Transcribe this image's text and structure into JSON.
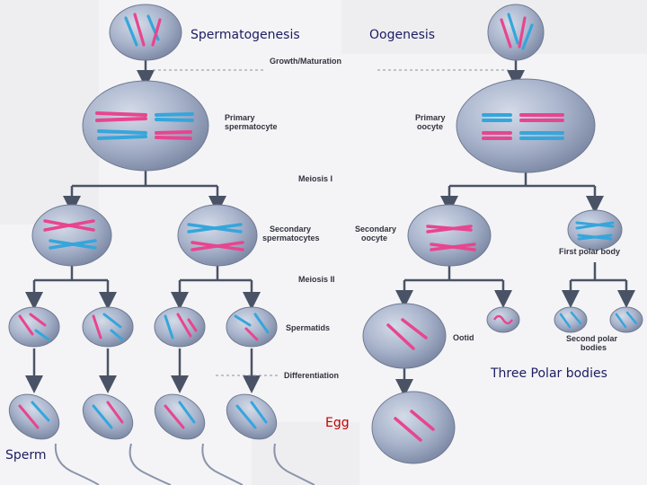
{
  "overlay": {
    "spermatogenesis": "Spermatogenesis",
    "oogenesis": "Oogenesis",
    "three_polar_bodies": "Three Polar bodies",
    "egg": "Egg",
    "sperm": "Sperm"
  },
  "stages": {
    "growth_maturation": "Growth/Maturation",
    "meiosis_1": "Meiosis I",
    "meiosis_2": "Meiosis II",
    "differentiation": "Differentiation"
  },
  "cells": {
    "primary_spermatocyte": [
      "Primary",
      "spermatocyte"
    ],
    "primary_oocyte": [
      "Primary",
      "oocyte"
    ],
    "secondary_spermatocytes": [
      "Secondary",
      "spermatocytes"
    ],
    "secondary_oocyte": [
      "Secondary",
      "oocyte"
    ],
    "first_polar_body": "First polar body",
    "spermatids": "Spermatids",
    "ootid": "Ootid",
    "second_polar_bodies": [
      "Second polar",
      "bodies"
    ]
  },
  "colors": {
    "cell_fill": "#a9b4cc",
    "cell_edge": "#6f7a93",
    "maternal_chromosome": "#e8458f",
    "paternal_chromosome": "#35a6dc",
    "arrow": "#4a5366",
    "overlay_dark": "#1c1c60",
    "overlay_red": "#c00000"
  }
}
